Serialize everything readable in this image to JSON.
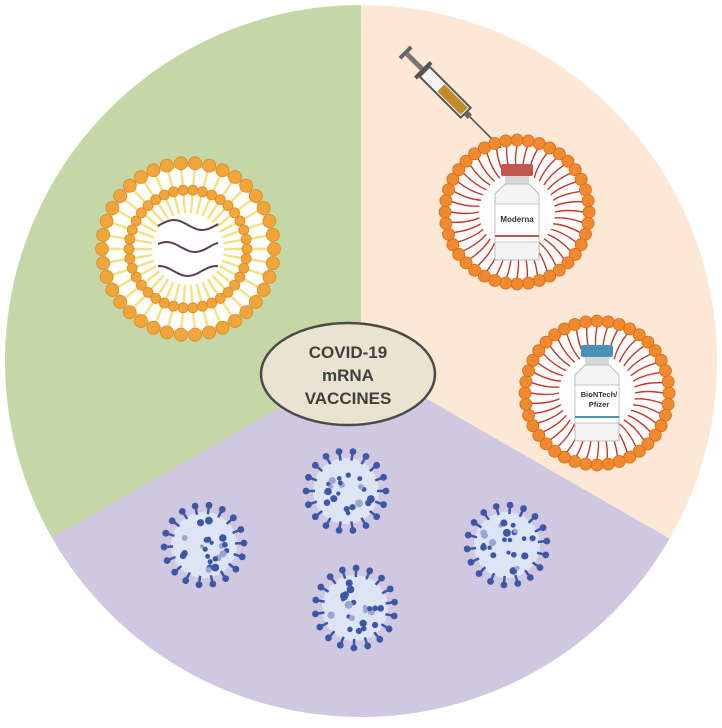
{
  "center_label": {
    "lines": [
      "COVID-19",
      "mRNA",
      "VACCINES"
    ]
  },
  "sections": {
    "lipid_nanoparticle": {
      "icon": "lipid-nanoparticle-icon"
    },
    "vaccines": {
      "syringe_icon": "syringe-icon",
      "vials": [
        {
          "label_lines": [
            "Moderna"
          ],
          "cap_color": "#c0584f"
        },
        {
          "label_lines": [
            "BioNTech/",
            "Pfizer"
          ],
          "cap_color": "#4a93b6"
        }
      ]
    },
    "viruses": {
      "icon": "coronavirus-icon",
      "count": 4
    }
  },
  "colors": {
    "green_sector": "#c5d7a6",
    "peach_sector": "#fde8d6",
    "purple_sector": "#cfc8e0",
    "lipid_head": "#f2a53a",
    "lipid_tail": "#f4e183",
    "vaccine_head": "#f18a2f",
    "vaccine_tail": "#c7372b",
    "virus_spike": "#3d56a8",
    "center_fill": "#e9e3cf",
    "center_stroke": "#4a4a4a"
  }
}
